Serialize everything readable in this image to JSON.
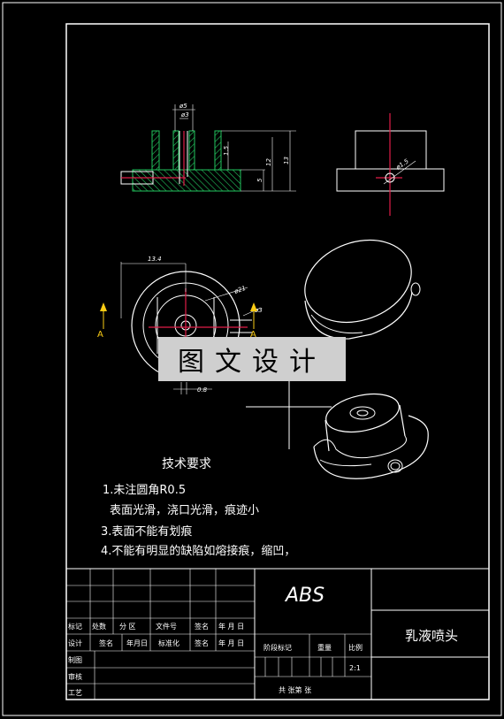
{
  "watermark": "图文设计",
  "section_view": {
    "dims": [
      "ø5",
      "ø3",
      "1.5",
      "12",
      "13",
      "5"
    ]
  },
  "end_view": {
    "dims": [
      "ø1.5"
    ]
  },
  "top_view": {
    "dims": [
      "13.4",
      "ø21",
      "ø3",
      "0.8"
    ],
    "section_mark": "A"
  },
  "tech_requirements": {
    "title": "技术要求",
    "items": [
      "1.未注圆角R0.5",
      "表面光滑，浇口光滑，痕迹小",
      "3.表面不能有划痕",
      "4.不能有明显的缺陷如熔接痕，缩凹，"
    ]
  },
  "title_block": {
    "material": "ABS",
    "part_name": "乳液喷头",
    "row_labels_1": [
      "标记",
      "处数",
      "分 区",
      "文件号",
      "签名",
      "年 月 日"
    ],
    "row_labels_2": [
      "设计",
      "签名",
      "年月日",
      "标准化",
      "签名",
      "年 月 日"
    ],
    "side_labels": [
      "制图",
      "审核",
      "工艺"
    ],
    "stage_label": "阶段标记",
    "weight_label": "重量",
    "scale_label": "比例",
    "scale_value": "2:1",
    "sheet_text": "共  张第  张"
  }
}
